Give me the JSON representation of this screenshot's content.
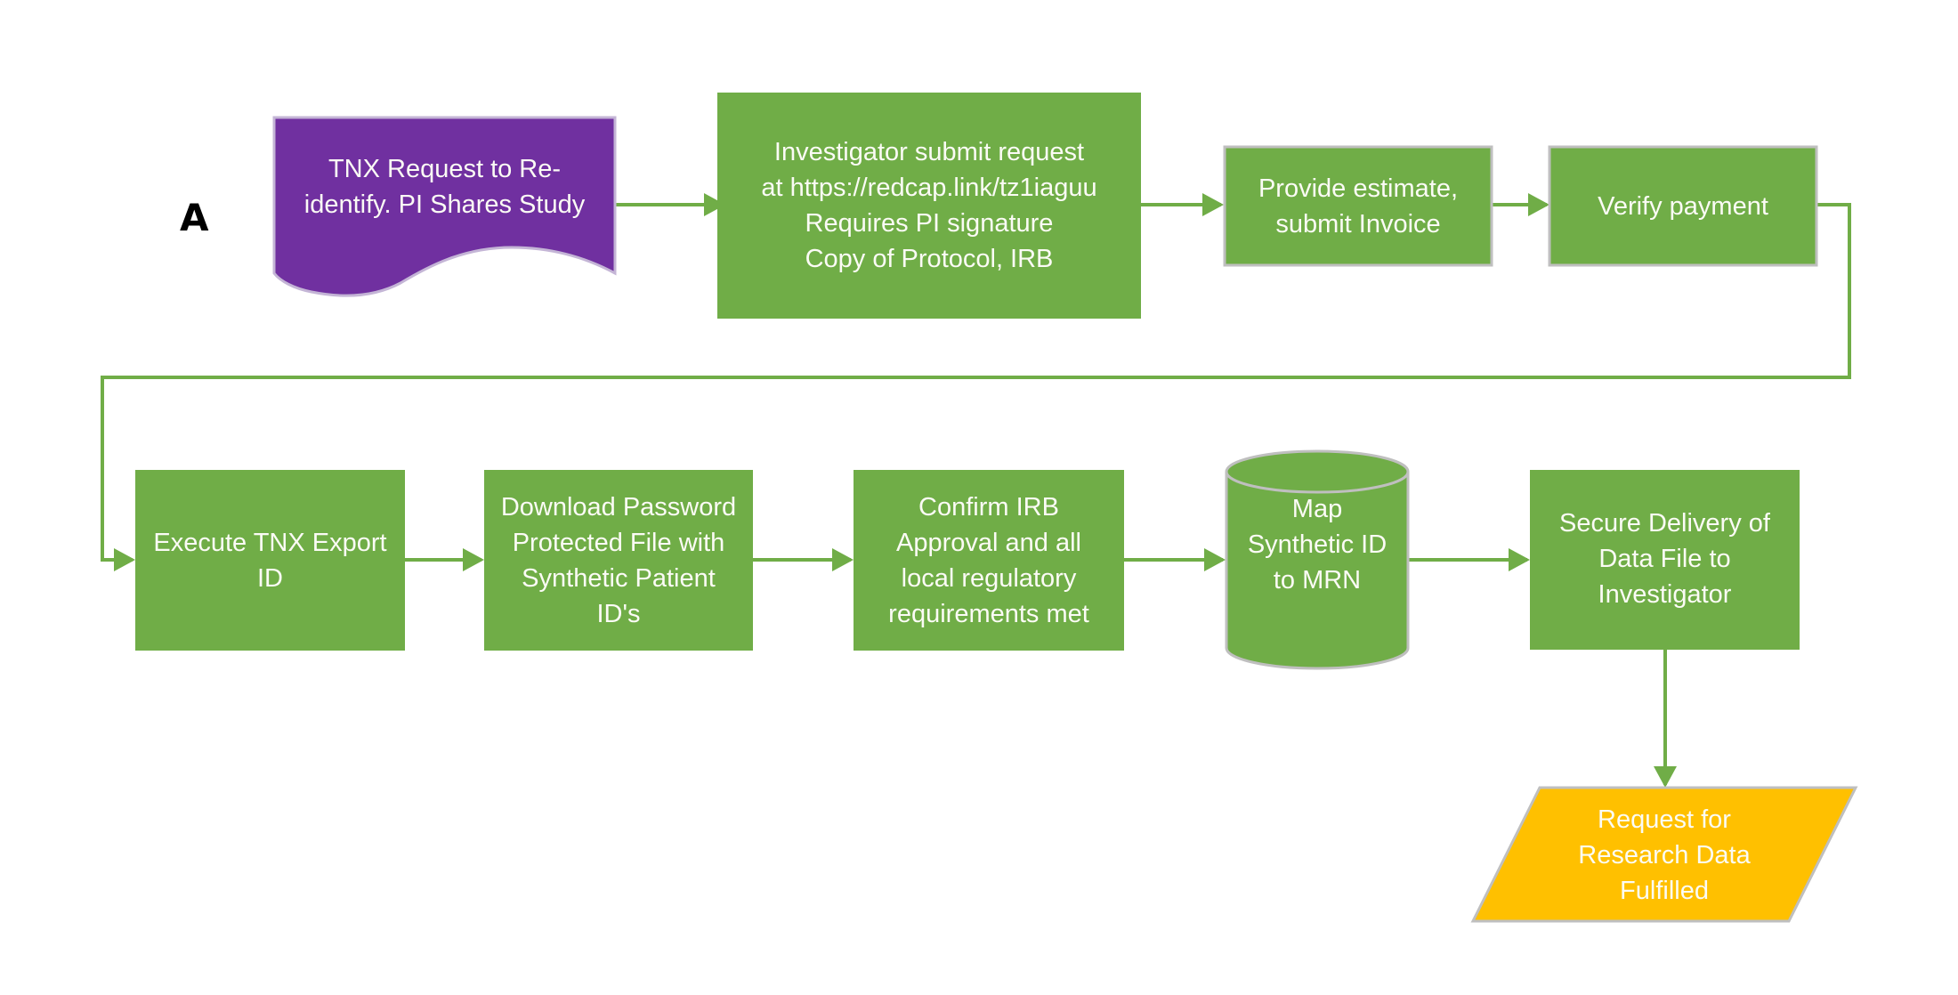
{
  "figure_label": "A",
  "colors": {
    "process_green": "#70AD47",
    "start_purple": "#7030A0",
    "end_yellow": "#FFC000",
    "connector_green": "#70AD47",
    "border_gray": "#BFBFBF",
    "text_light": "#FBFBF5"
  },
  "nodes": {
    "start": {
      "shape": "document",
      "text": "TNX Request to Re-\nidentify. PI Shares Study"
    },
    "submit": {
      "shape": "process",
      "text": "Investigator submit request\nat https://redcap.link/tz1iaguu\nRequires PI signature\nCopy of Protocol, IRB"
    },
    "estimate": {
      "shape": "process",
      "text": "Provide estimate,\nsubmit Invoice"
    },
    "payment": {
      "shape": "process",
      "text": "Verify payment"
    },
    "export": {
      "shape": "process",
      "text": "Execute TNX Export\nID"
    },
    "download": {
      "shape": "process",
      "text": "Download Password\nProtected File with\nSynthetic Patient\nID's"
    },
    "confirm": {
      "shape": "process",
      "text": "Confirm IRB\nApproval and all\nlocal regulatory\nrequirements met"
    },
    "map": {
      "shape": "database",
      "text": "Map\nSynthetic ID\nto MRN"
    },
    "delivery": {
      "shape": "process",
      "text": "Secure Delivery of\nData File to\nInvestigator"
    },
    "end": {
      "shape": "data",
      "text": "Request for\nResearch Data\nFulfilled"
    }
  },
  "edges": [
    {
      "from": "start",
      "to": "submit"
    },
    {
      "from": "submit",
      "to": "estimate"
    },
    {
      "from": "estimate",
      "to": "payment"
    },
    {
      "from": "payment",
      "to": "export"
    },
    {
      "from": "export",
      "to": "download"
    },
    {
      "from": "download",
      "to": "confirm"
    },
    {
      "from": "confirm",
      "to": "map"
    },
    {
      "from": "map",
      "to": "delivery"
    },
    {
      "from": "delivery",
      "to": "end"
    }
  ]
}
